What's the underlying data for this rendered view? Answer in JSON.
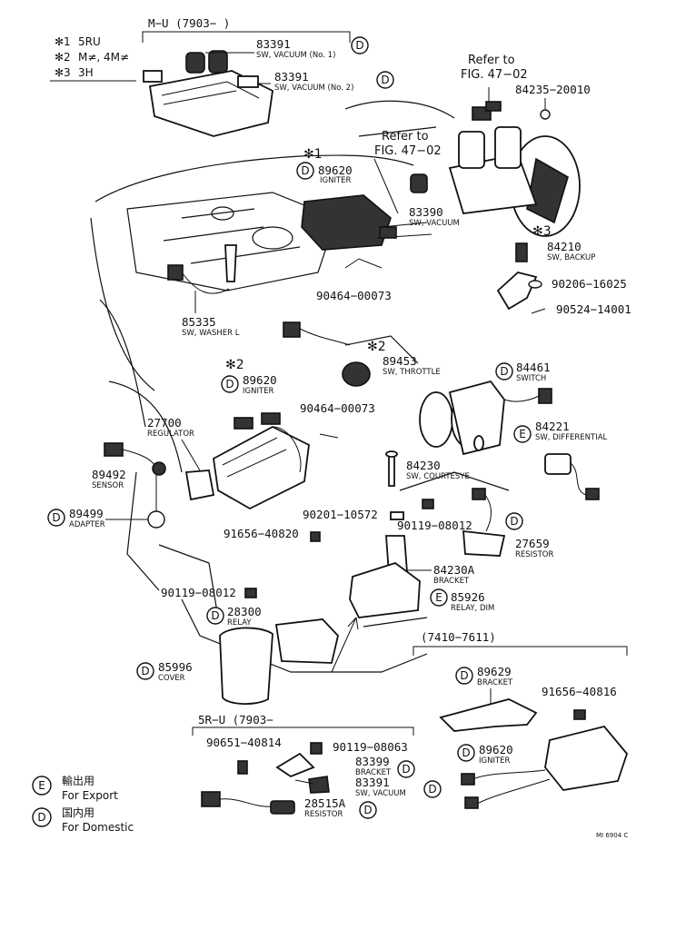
{
  "legend_notes": [
    {
      "mark": "✻1",
      "text": "5RU"
    },
    {
      "mark": "✻2",
      "text": "M≠, 4M≠"
    },
    {
      "mark": "✻3",
      "text": "3H"
    }
  ],
  "group_headers": {
    "mu": "M−U (7903−        )",
    "sru": "5R−U (7903−",
    "range": "(7410−7611)"
  },
  "references": [
    {
      "line1": "Refer to",
      "line2": "FIG. 47−02"
    },
    {
      "line1": "Refer to",
      "line2": "FIG. 47−02"
    }
  ],
  "parts": {
    "p83391a": {
      "num": "83391",
      "desc": "SW, VACUUM (No. 1)",
      "class": "D"
    },
    "p83391b": {
      "num": "83391",
      "desc": "SW, VACUUM (No. 2)",
      "class": "D"
    },
    "p84235": {
      "num": "84235−20010"
    },
    "p89620a": {
      "mark": "✻1",
      "num": "89620",
      "desc": "IGNITER",
      "class": "D"
    },
    "p83390": {
      "num": "83390",
      "desc": "SW, VACUUM"
    },
    "p84210": {
      "mark": "✻3",
      "num": "84210",
      "desc": "SW, BACKUP"
    },
    "p90206": {
      "num": "90206−16025"
    },
    "p90524": {
      "num": "90524−14001"
    },
    "p90464a": {
      "num": "90464−00073"
    },
    "p85335": {
      "num": "85335",
      "desc": "SW, WASHER L"
    },
    "p89453": {
      "mark": "✻2",
      "num": "89453",
      "desc": "SW, THROTTLE"
    },
    "p89620b": {
      "mark": "✻2",
      "num": "89620",
      "desc": "IGNITER",
      "class": "D"
    },
    "p84461": {
      "num": "84461",
      "desc": "SWITCH",
      "class": "D"
    },
    "p90464b": {
      "num": "90464−00073"
    },
    "p27700": {
      "num": "27700",
      "desc": "REGULATOR"
    },
    "p84221": {
      "num": "84221",
      "desc": "SW, DIFFERENTIAL",
      "class": "E"
    },
    "p89492": {
      "num": "89492",
      "desc": "SENSOR"
    },
    "p84230": {
      "num": "84230",
      "desc": "SW, COURTESYE"
    },
    "p89499": {
      "num": "89499",
      "desc": "ADAPTER",
      "class": "D"
    },
    "p90201": {
      "num": "90201−10572"
    },
    "p90119a": {
      "num": "90119−08012"
    },
    "p91656a": {
      "num": "91656−40820"
    },
    "p27659": {
      "num": "27659",
      "desc": "RESISTOR",
      "class": "D"
    },
    "p84230A": {
      "num": "84230A",
      "desc": "BRACKET"
    },
    "p90119b": {
      "num": "90119−08012"
    },
    "p85926": {
      "num": "85926",
      "desc": "RELAY, DIM",
      "class": "E"
    },
    "p28300": {
      "num": "28300",
      "desc": "RELAY",
      "class": "D"
    },
    "p85996": {
      "num": "85996",
      "desc": "COVER",
      "class": "D"
    },
    "p89629": {
      "num": "89629",
      "desc": "BRACKET",
      "class": "D"
    },
    "p91656b": {
      "num": "91656−40816"
    },
    "p89620c": {
      "num": "89620",
      "desc": "IGNITER",
      "class": "D"
    },
    "p90651": {
      "num": "90651−40814"
    },
    "p90119c": {
      "num": "90119−08063"
    },
    "p83399": {
      "num": "83399",
      "desc": "BRACKET",
      "class": "D"
    },
    "p83391c": {
      "num": "83391",
      "desc": "SW, VACUUM",
      "class": "D"
    },
    "p28515A": {
      "num": "28515A",
      "desc": "RESISTOR",
      "class": "D"
    }
  },
  "class_legend": [
    {
      "letter": "E",
      "jp": "輸出用",
      "en": "For Export"
    },
    {
      "letter": "D",
      "jp": "国内用",
      "en": "For Domestic"
    }
  ],
  "drawing_code": "MI 6904 C"
}
